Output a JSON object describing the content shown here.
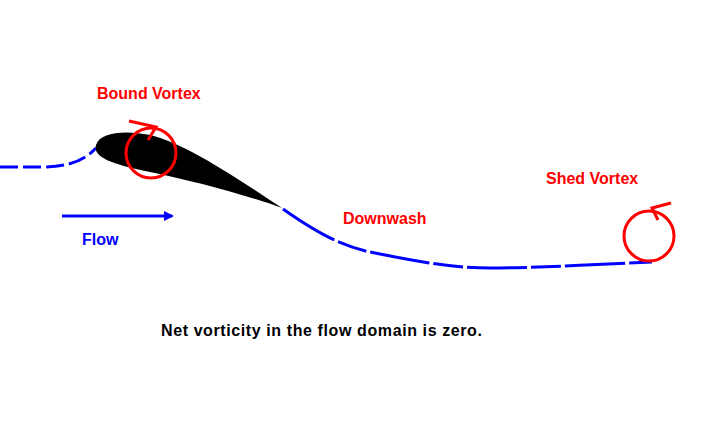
{
  "diagram": {
    "caption": "Net vorticity in the flow domain is zero.",
    "labels": [
      "Bound Vortex",
      "Flow",
      "Downwash",
      "Shed Vortex"
    ]
  }
}
